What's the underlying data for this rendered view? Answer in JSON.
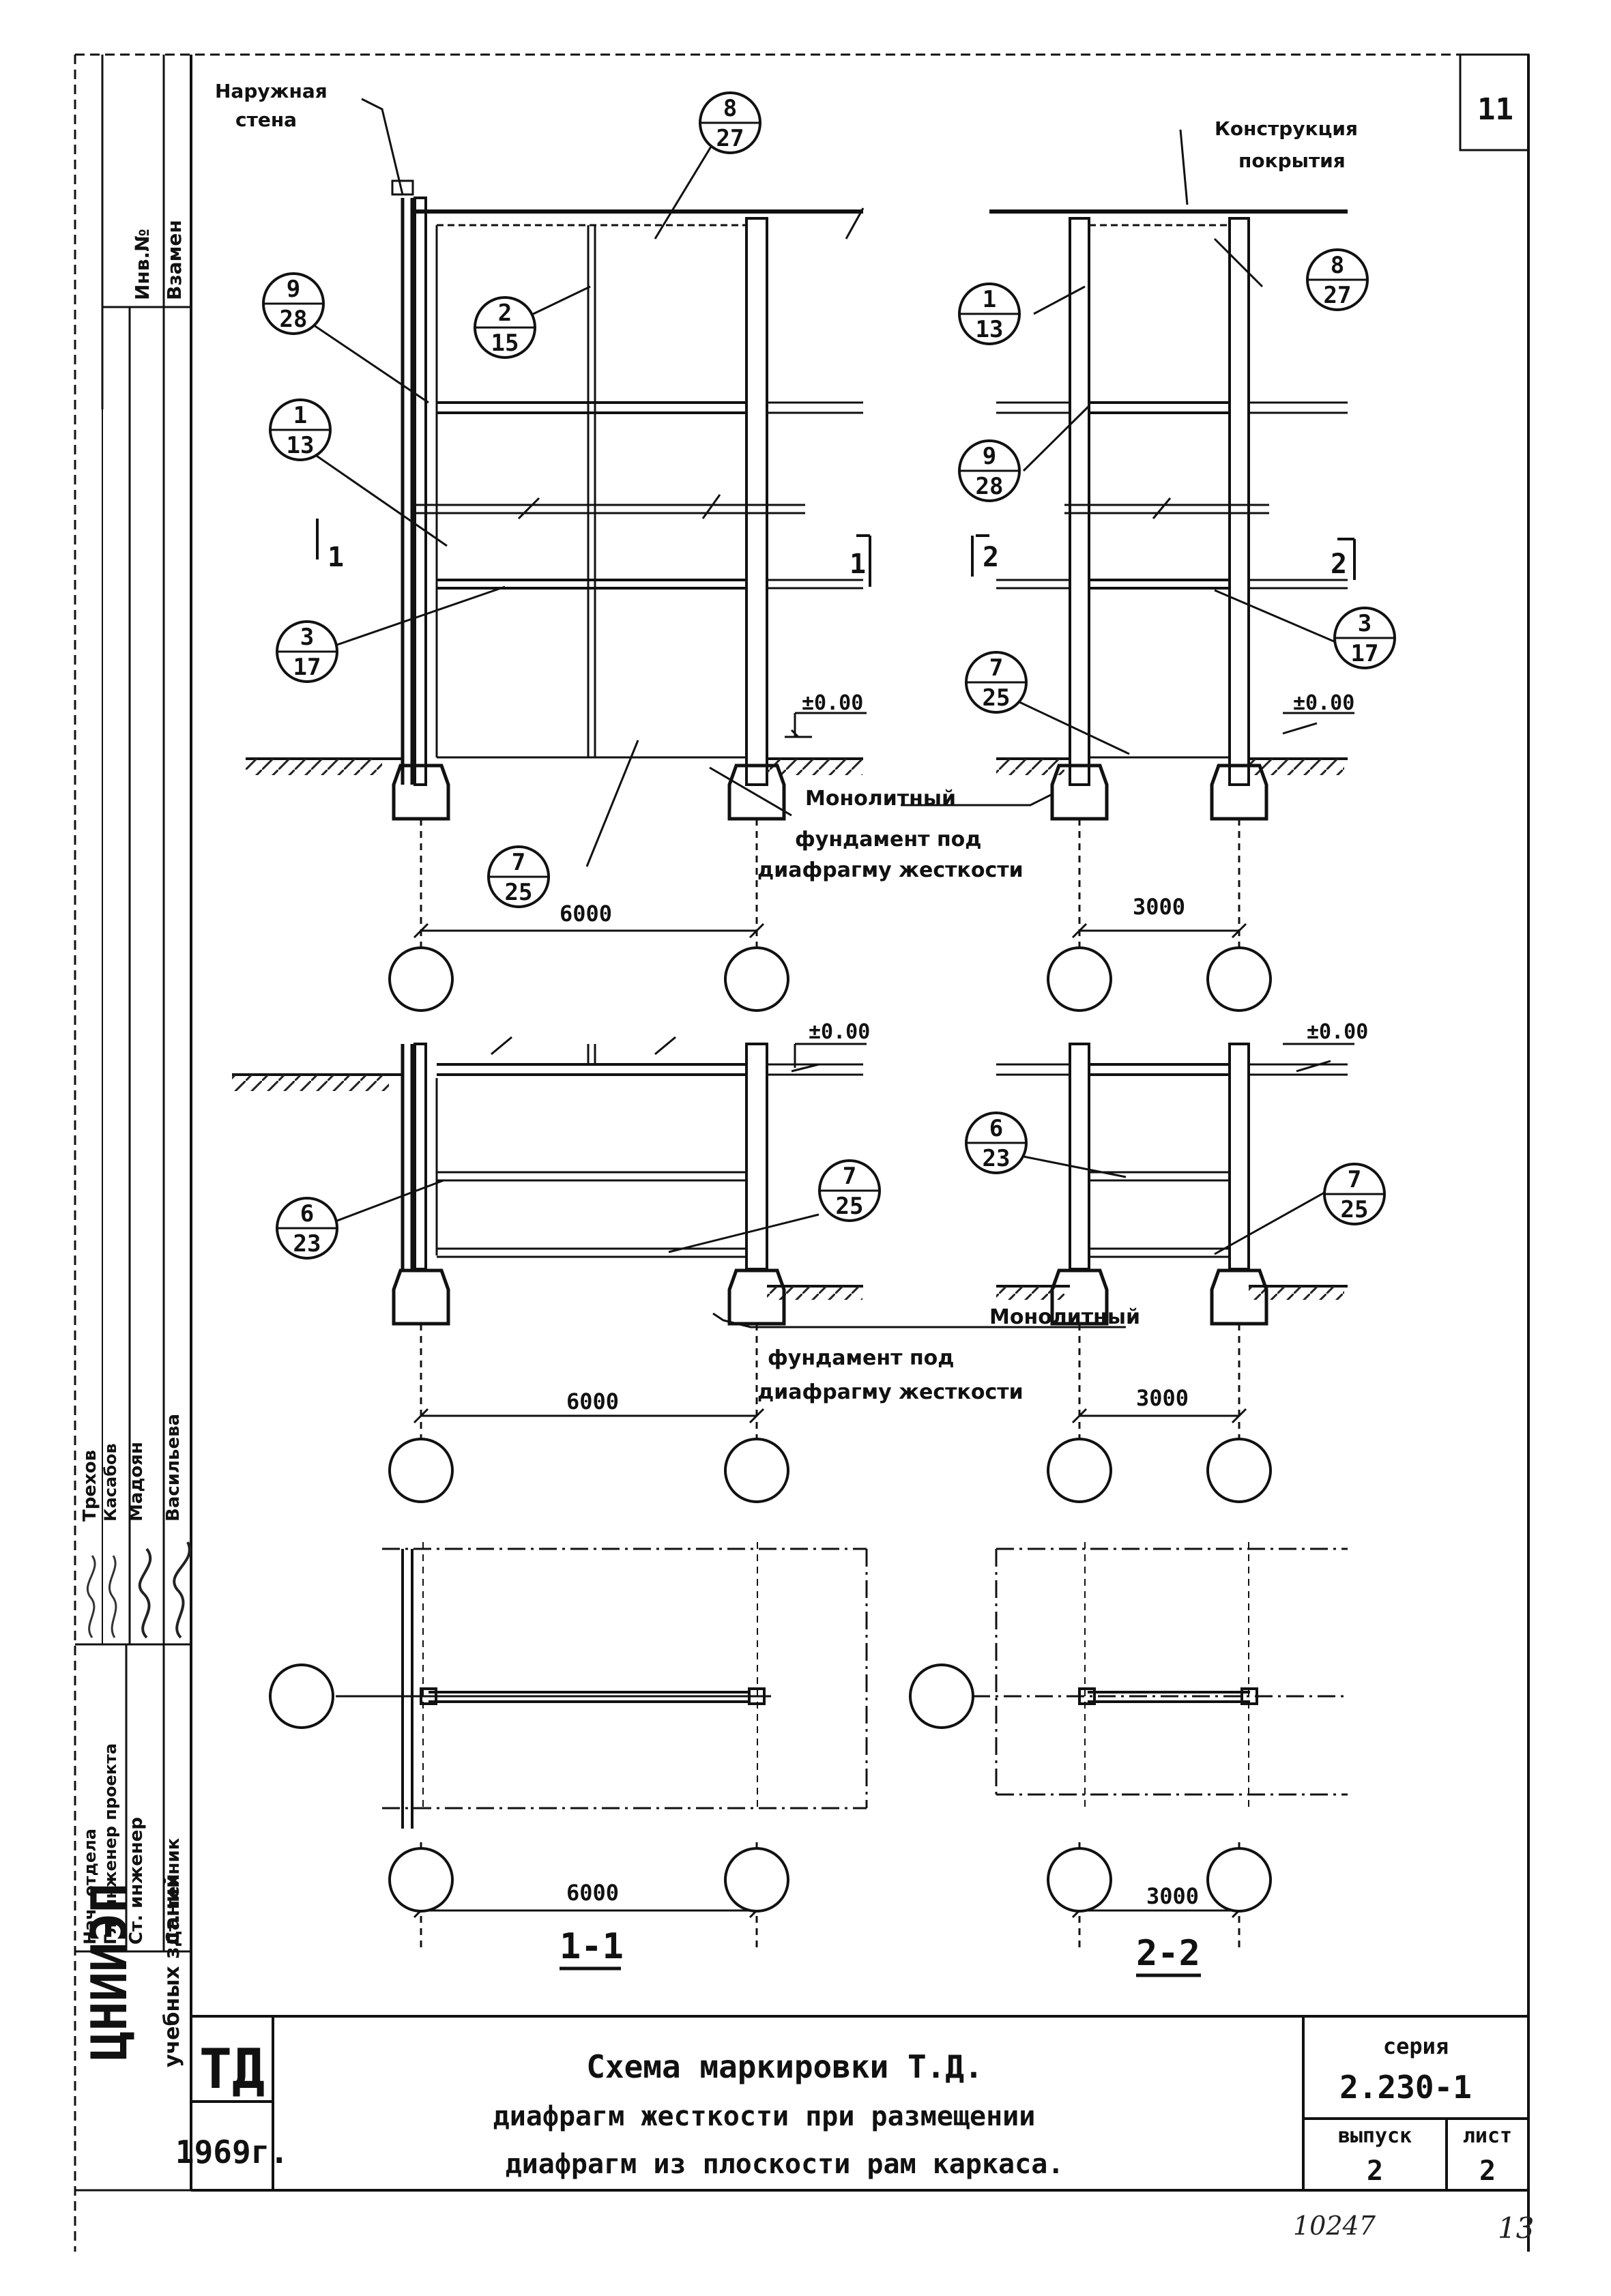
{
  "page_no": "11",
  "labels": {
    "outer_wall_1": "Наружная",
    "outer_wall_2": "стена",
    "roof_1": "Конструкция",
    "roof_2": "покрытия",
    "monolith_1": "Монолитный",
    "monolith_2": "фундамент под",
    "monolith_3": "диафрагму жесткости",
    "level": "±0.00"
  },
  "callouts": {
    "a": {
      "num": "8",
      "den": "27"
    },
    "b": {
      "num": "9",
      "den": "28"
    },
    "c": {
      "num": "2",
      "den": "15"
    },
    "d": {
      "num": "1",
      "den": "13"
    },
    "e": {
      "num": "3",
      "den": "17"
    },
    "f": {
      "num": "7",
      "den": "25"
    },
    "g": {
      "num": "6",
      "den": "23"
    }
  },
  "dims": {
    "left": "6000",
    "right": "3000"
  },
  "section_marks": {
    "one": "1",
    "two": "2"
  },
  "section_titles": {
    "left": "1-1",
    "right": "2-2"
  },
  "side_stamp": {
    "inv": "Инв.№",
    "replace": "Взамен",
    "roles": [
      "Нач. отдела",
      "Гл. инженер проекта",
      "Ст. инженер",
      "Ст. техник"
    ],
    "names": [
      "Трехов",
      "Касабов",
      "Мадоян",
      "Васильева"
    ]
  },
  "institute": {
    "name": "ЦНИИЭП",
    "subtitle": "учебных зданий"
  },
  "title_block": {
    "code": "ТД",
    "year": "1969г.",
    "title_line1": "Схема маркировки Т.Д.",
    "title_line2": "диафрагм жесткости при размещении",
    "title_line3": "диафрагм из плоскости рам каркаса.",
    "series_label": "серия",
    "series_value": "2.230-1",
    "issue_label": "выпуск",
    "issue_value": "2",
    "sheet_label": "лист",
    "sheet_value": "2"
  },
  "footer": {
    "archive_no": "10247",
    "page": "13"
  }
}
